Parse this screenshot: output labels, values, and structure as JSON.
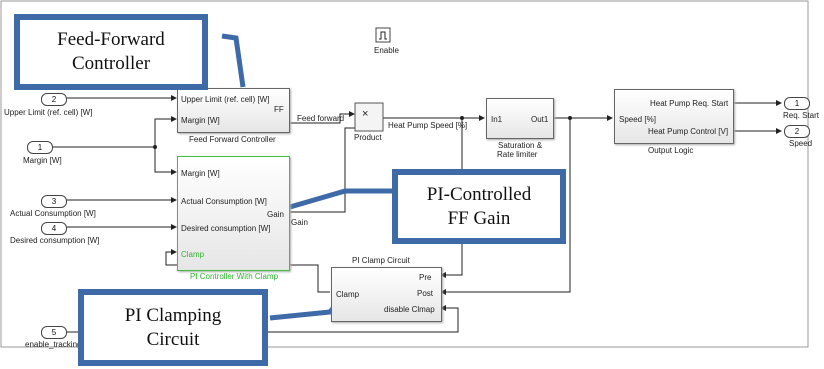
{
  "enable_label": "Enable",
  "inports": [
    {
      "num": "2",
      "label": "Upper Limit (ref. cell) [W]"
    },
    {
      "num": "1",
      "label": "Margin [W]"
    },
    {
      "num": "3",
      "label": "Actual Consumption [W]"
    },
    {
      "num": "4",
      "label": "Desired consumption [W]"
    },
    {
      "num": "5",
      "label": "enable_tracking"
    }
  ],
  "outports": [
    {
      "num": "1",
      "label": "Req. Start"
    },
    {
      "num": "2",
      "label": "Speed"
    }
  ],
  "blocks": {
    "feed_forward": {
      "title": "Feed Forward Controller",
      "in1": "Upper Limit (ref. cell) [W]",
      "in2": "Margin [W]",
      "out": "FF"
    },
    "product": {
      "title": "Product",
      "symbol": "×"
    },
    "saturation": {
      "title1": "Saturation &",
      "title2": "Rate limiter",
      "in": "In1",
      "out": "Out1"
    },
    "output_logic": {
      "title": "Output Logic",
      "in": "Speed [%]",
      "out1": "Heat Pump Req. Start",
      "out2": "Heat Pump Control [V]"
    },
    "pi_controller": {
      "title": "PI Controller With Clamp",
      "in1": "Margin [W]",
      "in2": "Actual Consumption [W]",
      "in3": "Desired consumption [W]",
      "in4": "Clamp",
      "out": "Gain"
    },
    "pi_clamp": {
      "title": "PI Clamp Circuit",
      "in1": "Pre",
      "in2": "Post",
      "in3": "disable Clmap",
      "out": "Clamp"
    }
  },
  "signals": {
    "feed_forward": "Feed forward",
    "heat_pump_speed": "Heat Pump Speed [%]",
    "gain": "Gain"
  },
  "callouts": {
    "ff_line1": "Feed-Forward",
    "ff_line2": "Controller",
    "pi_line1": "PI-Controlled",
    "pi_line2": "FF Gain",
    "clamp_line1": "PI Clamping",
    "clamp_line2": "Circuit"
  },
  "colors": {
    "callout_border": "#3e6aa8",
    "pi_block_border": "#3cc33c",
    "wire": "#222222"
  }
}
